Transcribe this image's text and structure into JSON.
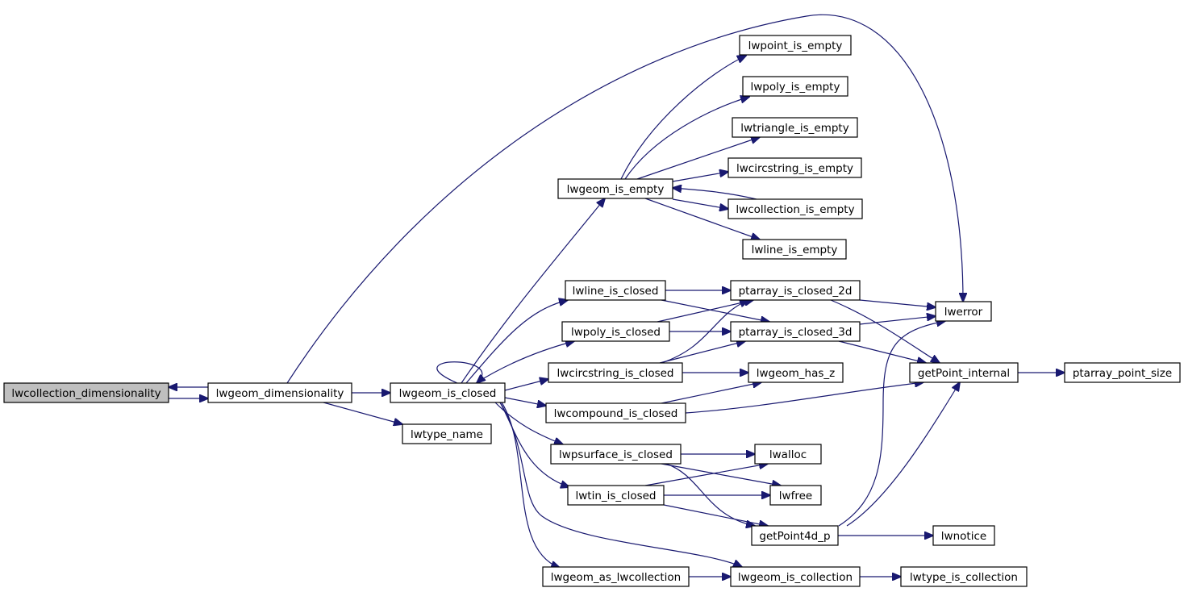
{
  "graph": {
    "colors": {
      "edge": "#191970",
      "node_fill": "#ffffff",
      "node_border": "#000000",
      "root_fill": "#bfbfbf"
    },
    "nodes": [
      {
        "id": "lwcollection_dimensionality",
        "label": "lwcollection_dimensionality",
        "root": true
      },
      {
        "id": "lwgeom_dimensionality",
        "label": "lwgeom_dimensionality"
      },
      {
        "id": "lwgeom_is_closed",
        "label": "lwgeom_is_closed"
      },
      {
        "id": "lwtype_name",
        "label": "lwtype_name"
      },
      {
        "id": "lwgeom_is_empty",
        "label": "lwgeom_is_empty"
      },
      {
        "id": "lwline_is_closed",
        "label": "lwline_is_closed"
      },
      {
        "id": "lwpoly_is_closed",
        "label": "lwpoly_is_closed"
      },
      {
        "id": "lwcircstring_is_closed",
        "label": "lwcircstring_is_closed"
      },
      {
        "id": "lwcompound_is_closed",
        "label": "lwcompound_is_closed"
      },
      {
        "id": "lwpsurface_is_closed",
        "label": "lwpsurface_is_closed"
      },
      {
        "id": "lwtin_is_closed",
        "label": "lwtin_is_closed"
      },
      {
        "id": "lwgeom_as_lwcollection",
        "label": "lwgeom_as_lwcollection"
      },
      {
        "id": "lwpoint_is_empty",
        "label": "lwpoint_is_empty"
      },
      {
        "id": "lwpoly_is_empty",
        "label": "lwpoly_is_empty"
      },
      {
        "id": "lwtriangle_is_empty",
        "label": "lwtriangle_is_empty"
      },
      {
        "id": "lwcircstring_is_empty",
        "label": "lwcircstring_is_empty"
      },
      {
        "id": "lwcollection_is_empty",
        "label": "lwcollection_is_empty"
      },
      {
        "id": "lwline_is_empty",
        "label": "lwline_is_empty"
      },
      {
        "id": "ptarray_is_closed_2d",
        "label": "ptarray_is_closed_2d"
      },
      {
        "id": "ptarray_is_closed_3d",
        "label": "ptarray_is_closed_3d"
      },
      {
        "id": "lwgeom_has_z",
        "label": "lwgeom_has_z"
      },
      {
        "id": "lwalloc",
        "label": "lwalloc"
      },
      {
        "id": "lwfree",
        "label": "lwfree"
      },
      {
        "id": "getPoint4d_p",
        "label": "getPoint4d_p"
      },
      {
        "id": "lwgeom_is_collection",
        "label": "lwgeom_is_collection"
      },
      {
        "id": "lwerror",
        "label": "lwerror"
      },
      {
        "id": "getPoint_internal",
        "label": "getPoint_internal"
      },
      {
        "id": "lwnotice",
        "label": "lwnotice"
      },
      {
        "id": "ptarray_point_size",
        "label": "ptarray_point_size"
      },
      {
        "id": "lwtype_is_collection",
        "label": "lwtype_is_collection"
      }
    ],
    "edges": [
      {
        "from": "lwcollection_dimensionality",
        "to": "lwgeom_dimensionality"
      },
      {
        "from": "lwgeom_dimensionality",
        "to": "lwcollection_dimensionality"
      },
      {
        "from": "lwgeom_dimensionality",
        "to": "lwgeom_is_closed"
      },
      {
        "from": "lwgeom_dimensionality",
        "to": "lwtype_name"
      },
      {
        "from": "lwgeom_dimensionality",
        "to": "lwerror"
      },
      {
        "from": "lwgeom_is_closed",
        "to": "lwgeom_is_closed"
      },
      {
        "from": "lwgeom_is_closed",
        "to": "lwgeom_is_empty"
      },
      {
        "from": "lwgeom_is_closed",
        "to": "lwline_is_closed"
      },
      {
        "from": "lwgeom_is_closed",
        "to": "lwpoly_is_closed"
      },
      {
        "from": "lwgeom_is_closed",
        "to": "lwcircstring_is_closed"
      },
      {
        "from": "lwgeom_is_closed",
        "to": "lwcompound_is_closed"
      },
      {
        "from": "lwgeom_is_closed",
        "to": "lwpsurface_is_closed"
      },
      {
        "from": "lwgeom_is_closed",
        "to": "lwtin_is_closed"
      },
      {
        "from": "lwgeom_is_closed",
        "to": "lwgeom_as_lwcollection"
      },
      {
        "from": "lwgeom_is_closed",
        "to": "lwgeom_is_collection"
      },
      {
        "from": "lwgeom_is_empty",
        "to": "lwpoint_is_empty"
      },
      {
        "from": "lwgeom_is_empty",
        "to": "lwpoly_is_empty"
      },
      {
        "from": "lwgeom_is_empty",
        "to": "lwtriangle_is_empty"
      },
      {
        "from": "lwgeom_is_empty",
        "to": "lwcircstring_is_empty"
      },
      {
        "from": "lwgeom_is_empty",
        "to": "lwcollection_is_empty"
      },
      {
        "from": "lwcollection_is_empty",
        "to": "lwgeom_is_empty"
      },
      {
        "from": "lwgeom_is_empty",
        "to": "lwline_is_empty"
      },
      {
        "from": "lwline_is_closed",
        "to": "ptarray_is_closed_2d"
      },
      {
        "from": "lwline_is_closed",
        "to": "ptarray_is_closed_3d"
      },
      {
        "from": "lwpoly_is_closed",
        "to": "ptarray_is_closed_2d"
      },
      {
        "from": "lwpoly_is_closed",
        "to": "ptarray_is_closed_3d"
      },
      {
        "from": "lwcircstring_is_closed",
        "to": "ptarray_is_closed_2d"
      },
      {
        "from": "lwcircstring_is_closed",
        "to": "ptarray_is_closed_3d"
      },
      {
        "from": "lwcircstring_is_closed",
        "to": "lwgeom_has_z"
      },
      {
        "from": "lwcompound_is_closed",
        "to": "lwgeom_has_z"
      },
      {
        "from": "lwcompound_is_closed",
        "to": "getPoint_internal"
      },
      {
        "from": "lwpsurface_is_closed",
        "to": "lwalloc"
      },
      {
        "from": "lwpsurface_is_closed",
        "to": "lwfree"
      },
      {
        "from": "lwpsurface_is_closed",
        "to": "getPoint4d_p"
      },
      {
        "from": "lwtin_is_closed",
        "to": "lwalloc"
      },
      {
        "from": "lwtin_is_closed",
        "to": "lwfree"
      },
      {
        "from": "lwtin_is_closed",
        "to": "getPoint4d_p"
      },
      {
        "from": "lwgeom_as_lwcollection",
        "to": "lwgeom_is_collection"
      },
      {
        "from": "ptarray_is_closed_2d",
        "to": "lwerror"
      },
      {
        "from": "ptarray_is_closed_2d",
        "to": "getPoint_internal"
      },
      {
        "from": "ptarray_is_closed_3d",
        "to": "lwerror"
      },
      {
        "from": "ptarray_is_closed_3d",
        "to": "getPoint_internal"
      },
      {
        "from": "getPoint4d_p",
        "to": "lwerror"
      },
      {
        "from": "getPoint4d_p",
        "to": "getPoint_internal"
      },
      {
        "from": "getPoint4d_p",
        "to": "lwnotice"
      },
      {
        "from": "getPoint_internal",
        "to": "ptarray_point_size"
      },
      {
        "from": "lwgeom_is_collection",
        "to": "lwtype_is_collection"
      }
    ]
  }
}
